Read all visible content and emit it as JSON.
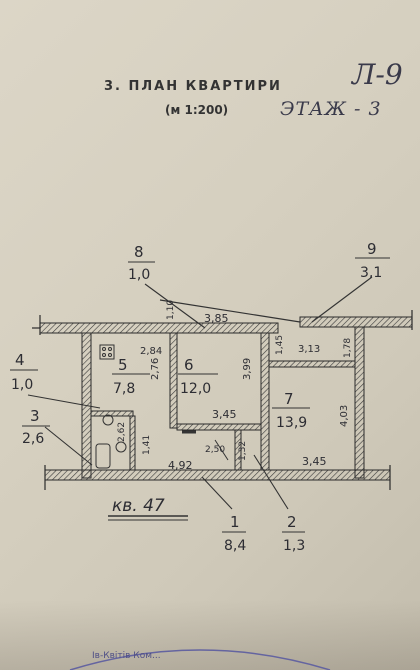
{
  "header": {
    "title": "3. ПЛАН КВАРТИРИ",
    "scale": "(м 1:200)",
    "handwritten_code": "Л-9",
    "handwritten_floor": "ЭТАЖ - 3"
  },
  "apartment_label": "кв. 47",
  "rooms": [
    {
      "id": "8",
      "area": "1,0"
    },
    {
      "id": "9",
      "area": "3,1"
    },
    {
      "id": "4",
      "area": "1,0"
    },
    {
      "id": "3",
      "area": "2,6"
    },
    {
      "id": "5",
      "area": "7,8"
    },
    {
      "id": "6",
      "area": "12,0"
    },
    {
      "id": "7",
      "area": "13,9"
    },
    {
      "id": "1",
      "area": "8,4"
    },
    {
      "id": "2",
      "area": "1,3"
    }
  ],
  "dimensions": {
    "d_385": "3,85",
    "d_110": "1,10",
    "d_284": "2,84",
    "d_276": "2,76",
    "d_399": "3,99",
    "d_145": "1,45",
    "d_313": "3,13",
    "d_178": "1,78",
    "d_403": "4,03",
    "d_345a": "3,45",
    "d_262": "2,62",
    "d_141": "1,41",
    "d_250": "2,50",
    "d_132": "1,32",
    "d_492": "4,92",
    "d_345b": "3,45"
  },
  "stamp_text": "Ів-Квітів Ком..."
}
